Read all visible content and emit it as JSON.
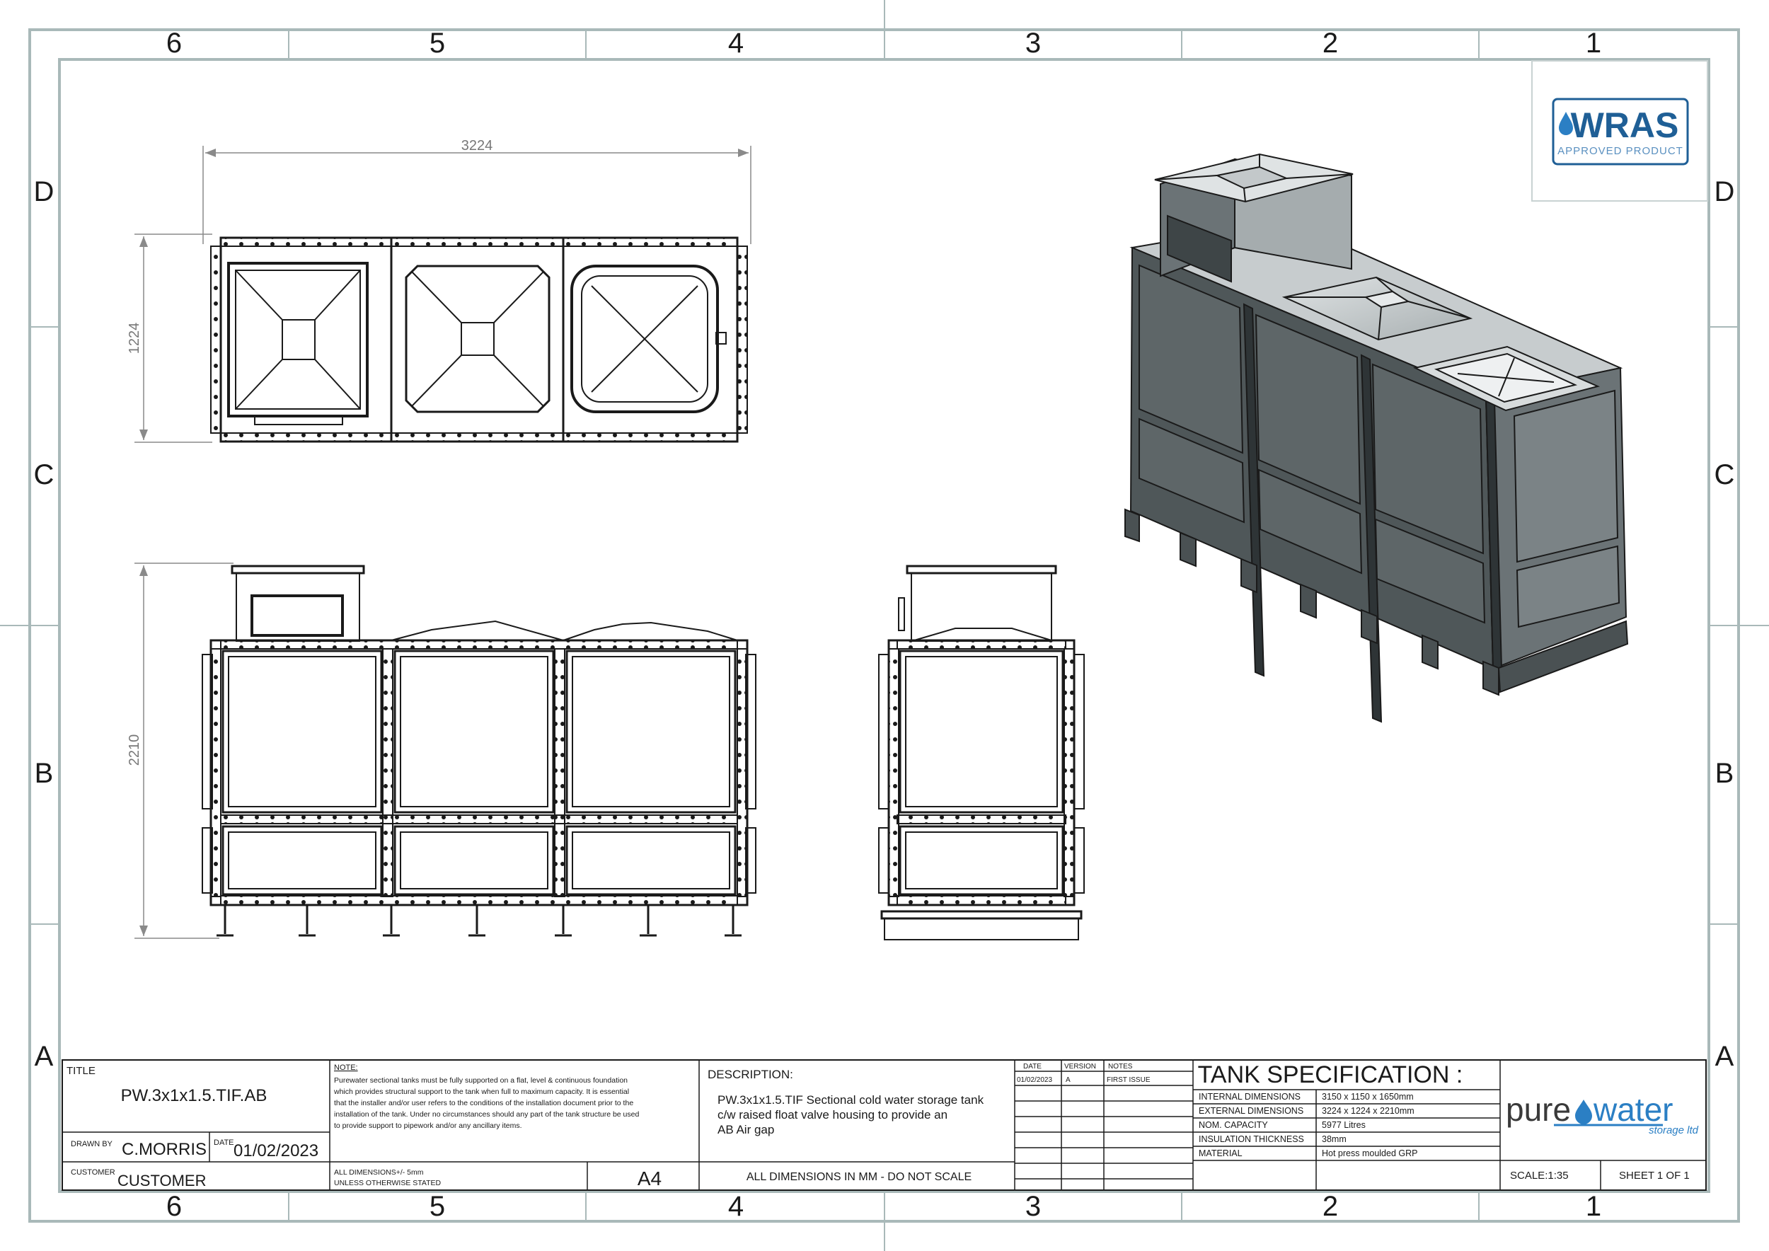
{
  "zones": {
    "columns": [
      "6",
      "5",
      "4",
      "3",
      "2",
      "1"
    ],
    "rows": [
      "D",
      "C",
      "B",
      "A"
    ]
  },
  "dimensions": {
    "length": "3224",
    "width": "1224",
    "height": "2210"
  },
  "wras_logo": {
    "name": "WRAS",
    "tagline": "APPROVED PRODUCT"
  },
  "title_block": {
    "title_label": "TITLE",
    "title": "PW.3x1x1.5.TIF.AB",
    "drawn_by_label": "DRAWN BY",
    "drawn_by": "C.MORRIS",
    "date_label": "DATE",
    "date": "01/02/2023",
    "customer_label": "CUSTOMER",
    "customer": "CUSTOMER",
    "note_label": "NOTE:",
    "note_lines": [
      "Purewater sectional tanks must be fully supported on a flat, level & continuous foundation",
      "which provides structural support to the tank when full to maximum capacity. It is essential",
      "that the installer and/or user refers to the conditions of the installation document prior to the",
      "installation of the tank. Under no circumstances should any part of the tank structure be used",
      "to provide support to pipework and/or any ancillary items."
    ],
    "tolerance_line1": "ALL DIMENSIONS+/- 5mm",
    "tolerance_line2": "UNLESS OTHERWISE STATED",
    "sheet_size": "A4",
    "description_label": "DESCRIPTION:",
    "description_lines": [
      "PW.3x1x1.5.TIF Sectional cold water storage tank",
      "c/w raised float valve housing to provide an",
      "AB Air gap"
    ],
    "scale_note": "ALL DIMENSIONS IN MM - DO NOT SCALE",
    "revision_headers": [
      "DATE",
      "VERSION",
      "NOTES"
    ],
    "revision_row": [
      "01/02/2023",
      "A",
      "FIRST ISSUE"
    ],
    "spec_title": "TANK SPECIFICATION :",
    "spec_rows": [
      [
        "INTERNAL DIMENSIONS",
        "3150 x 1150 x 1650mm"
      ],
      [
        "EXTERNAL DIMENSIONS",
        "3224 x 1224 x 2210mm"
      ],
      [
        "NOM. CAPACITY",
        "5977 Litres"
      ],
      [
        "INSULATION THICKNESS",
        "38mm"
      ],
      [
        "MATERIAL",
        "Hot press moulded GRP"
      ]
    ],
    "company_name_1": "pure",
    "company_name_2": "water",
    "company_sub": "storage ltd",
    "scale": "SCALE:1:35",
    "sheet": "SHEET 1 OF 1"
  },
  "colors": {
    "frame": "#a9b9b9",
    "line": "#1a1a1a",
    "dim": "#8a8a8a",
    "panel_dark": "#5e6668",
    "panel_mid": "#7b8386",
    "panel_light": "#b4bbbd",
    "wras_blue": "#1f5f96",
    "brand_blue": "#2b7fc4",
    "brand_dark": "#3a3a3a"
  }
}
